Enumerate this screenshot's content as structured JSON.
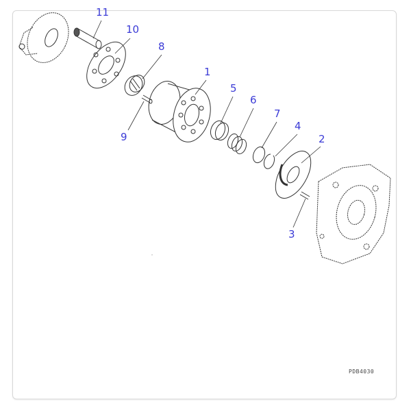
{
  "diagram": {
    "callouts": [
      {
        "id": "11",
        "label": "11"
      },
      {
        "id": "10",
        "label": "10"
      },
      {
        "id": "8",
        "label": "8"
      },
      {
        "id": "1",
        "label": "1"
      },
      {
        "id": "5",
        "label": "5"
      },
      {
        "id": "6",
        "label": "6"
      },
      {
        "id": "7",
        "label": "7"
      },
      {
        "id": "4",
        "label": "4"
      },
      {
        "id": "2",
        "label": "2"
      },
      {
        "id": "9",
        "label": "9"
      },
      {
        "id": "3",
        "label": "3"
      }
    ],
    "drawing_code": "PDB4030",
    "label_color": "#3b3bd6"
  }
}
